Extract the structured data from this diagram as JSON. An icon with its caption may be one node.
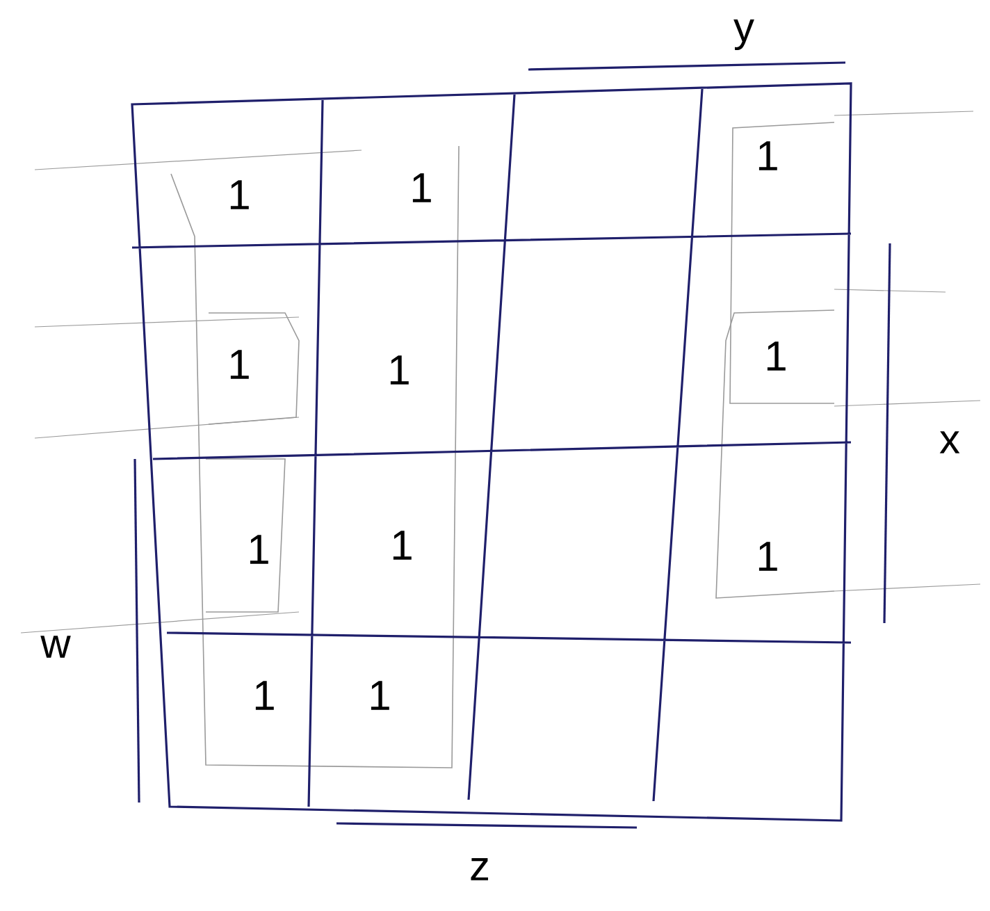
{
  "diagram": {
    "labels": [
      "y",
      "1",
      "1",
      "1",
      "1",
      "1",
      "1",
      "x",
      "1",
      "1",
      "1",
      "w",
      "1",
      "1",
      "z"
    ]
  }
}
